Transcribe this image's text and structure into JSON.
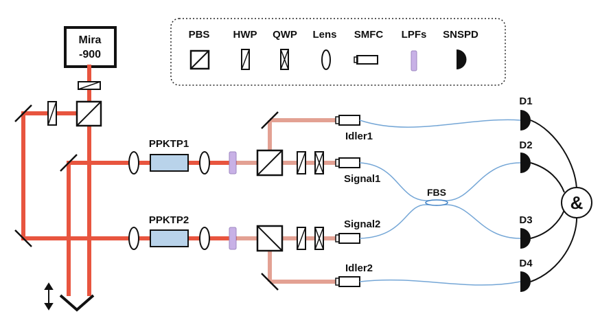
{
  "source": {
    "name_line1": "Mira",
    "name_line2": "-900"
  },
  "legend": {
    "items": [
      {
        "label": "PBS",
        "icon": "pbs-icon"
      },
      {
        "label": "HWP",
        "icon": "hwp-icon"
      },
      {
        "label": "QWP",
        "icon": "qwp-icon"
      },
      {
        "label": "Lens",
        "icon": "lens-icon"
      },
      {
        "label": "SMFC",
        "icon": "smfc-icon"
      },
      {
        "label": "LPFs",
        "icon": "lpf-icon"
      },
      {
        "label": "SNSPD",
        "icon": "snspd-icon"
      }
    ]
  },
  "crystals": {
    "top": "PPKTP1",
    "bottom": "PPKTP2"
  },
  "ports": {
    "idler1": "Idler1",
    "signal1": "Signal1",
    "signal2": "Signal2",
    "idler2": "Idler2"
  },
  "fbs": "FBS",
  "detectors": [
    "D1",
    "D2",
    "D3",
    "D4"
  ],
  "coincidence": "&",
  "colors": {
    "pump": "#e8553f",
    "pump_faint": "#e3a193",
    "fiber": "#74a6d6",
    "lpf": "#c8b1e6",
    "crystal": "#b9d3ea",
    "black": "#111111"
  }
}
